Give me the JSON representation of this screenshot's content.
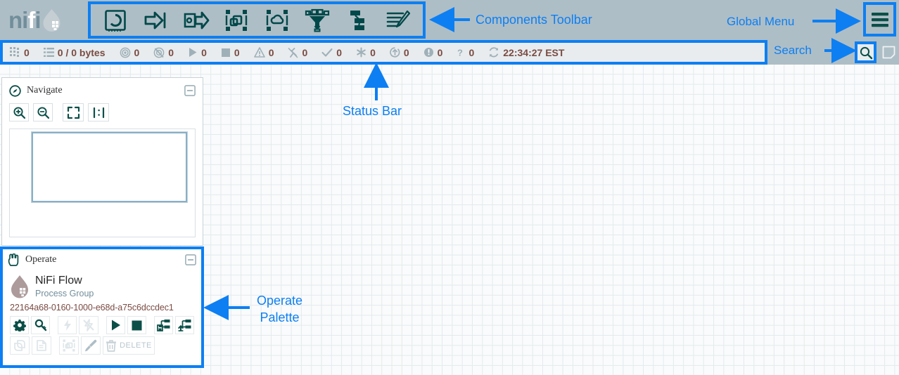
{
  "app": {
    "logo_text_1": "ni",
    "logo_text_f": "f",
    "logo_text_2": "i",
    "logo_icon": "nifi-droplet-logo"
  },
  "toolbar": {
    "label": "Components Toolbar",
    "items": [
      {
        "name": "processor",
        "icon": "processor-icon",
        "tooltip": "Processor"
      },
      {
        "name": "input-port",
        "icon": "input-port-icon",
        "tooltip": "Input Port"
      },
      {
        "name": "output-port",
        "icon": "output-port-icon",
        "tooltip": "Output Port"
      },
      {
        "name": "process-group",
        "icon": "process-group-icon",
        "tooltip": "Process Group"
      },
      {
        "name": "remote-process-group",
        "icon": "remote-process-group-icon",
        "tooltip": "Remote Process Group"
      },
      {
        "name": "funnel",
        "icon": "funnel-icon",
        "tooltip": "Funnel"
      },
      {
        "name": "template",
        "icon": "template-icon",
        "tooltip": "Template"
      },
      {
        "name": "label",
        "icon": "label-icon",
        "tooltip": "Label"
      }
    ]
  },
  "global_menu": {
    "label": "Global Menu",
    "icon": "hamburger-menu-icon"
  },
  "search": {
    "label": "Search",
    "icon": "search-icon",
    "note_icon": "note-icon"
  },
  "status_bar": {
    "label": "Status Bar",
    "items": [
      {
        "name": "active-threads",
        "icon": "thread-grid-icon",
        "value": "0"
      },
      {
        "name": "queued-flowfiles",
        "icon": "queue-list-icon",
        "value": "0 / 0 bytes"
      },
      {
        "name": "transmitting-ports",
        "icon": "transmitting-icon",
        "value": "0"
      },
      {
        "name": "not-transmitting-ports",
        "icon": "not-transmitting-icon",
        "value": "0"
      },
      {
        "name": "running-components",
        "icon": "play-icon",
        "value": "0"
      },
      {
        "name": "stopped-components",
        "icon": "stop-icon",
        "value": "0"
      },
      {
        "name": "invalid-components",
        "icon": "warning-triangle-icon",
        "value": "0"
      },
      {
        "name": "disabled-components",
        "icon": "disabled-icon",
        "value": "0"
      },
      {
        "name": "up-to-date-versioned",
        "icon": "check-icon",
        "value": "0"
      },
      {
        "name": "locally-modified-versioned",
        "icon": "asterisk-icon",
        "value": "0"
      },
      {
        "name": "stale-versioned",
        "icon": "arrow-circle-up-icon",
        "value": "0"
      },
      {
        "name": "locally-modified-stale",
        "icon": "exclamation-circle-icon",
        "value": "0"
      },
      {
        "name": "sync-failure-versioned",
        "icon": "question-mark-icon",
        "value": "0"
      }
    ],
    "refresh": {
      "name": "last-refreshed",
      "icon": "refresh-icon",
      "value": "22:34:27 EST"
    }
  },
  "navigate": {
    "title": "Navigate",
    "icon": "navigate-compass-icon",
    "collapse_icon": "collapse-minus-icon",
    "tools": [
      {
        "name": "zoom-in",
        "icon": "zoom-in-icon"
      },
      {
        "name": "zoom-out",
        "icon": "zoom-out-icon"
      },
      {
        "name": "zoom-fit",
        "icon": "fit-screen-icon"
      },
      {
        "name": "zoom-actual-size",
        "icon": "actual-size-icon"
      }
    ]
  },
  "operate": {
    "label": "Operate\nPalette",
    "title": "Operate",
    "icon": "operate-hand-icon",
    "collapse_icon": "collapse-minus-icon",
    "component_name": "NiFi Flow",
    "component_type": "Process Group",
    "component_id": "22164a68-0160-1000-e68d-a75c6dccdec1",
    "actions_row1": [
      {
        "name": "configure",
        "icon": "gear-icon",
        "enabled": true
      },
      {
        "name": "view-details",
        "icon": "magnifier-key-icon",
        "enabled": true
      },
      {
        "name": "enable",
        "icon": "lightning-icon",
        "enabled": false
      },
      {
        "name": "disable",
        "icon": "lightning-slash-icon",
        "enabled": false
      },
      {
        "name": "start",
        "icon": "play-icon",
        "enabled": true
      },
      {
        "name": "stop",
        "icon": "stop-icon",
        "enabled": true
      },
      {
        "name": "enable-all-controller-services",
        "icon": "flow-save-icon",
        "enabled": true
      },
      {
        "name": "disable-all-controller-services",
        "icon": "flow-upload-icon",
        "enabled": true
      }
    ],
    "actions_row2": [
      {
        "name": "copy",
        "icon": "copy-icon",
        "enabled": false
      },
      {
        "name": "paste",
        "icon": "paste-icon",
        "enabled": false
      },
      {
        "name": "group",
        "icon": "group-icon",
        "enabled": false
      },
      {
        "name": "change-color",
        "icon": "paint-brush-icon",
        "enabled": true
      }
    ],
    "delete": {
      "name": "delete",
      "icon": "trash-icon",
      "label": "DELETE",
      "enabled": false
    }
  },
  "colors": {
    "annotation": "#0d7ff2",
    "header_bg": "#aebec6",
    "status_bg": "#e8ecee",
    "icon_dark": "#004849",
    "stat_value": "#7a4b43",
    "logo_slate": "#728e9b"
  }
}
